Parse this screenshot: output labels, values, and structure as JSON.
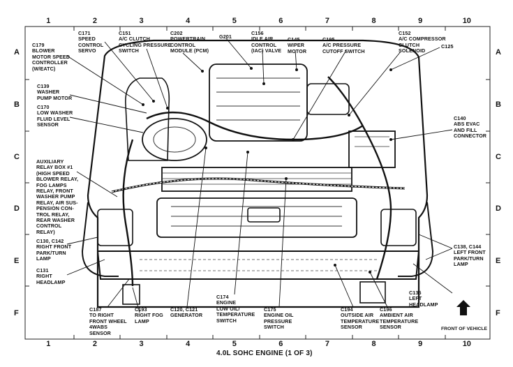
{
  "grid": {
    "columns": [
      "1",
      "2",
      "3",
      "4",
      "5",
      "6",
      "7",
      "8",
      "9",
      "10"
    ],
    "rows": [
      "A",
      "B",
      "C",
      "D",
      "E",
      "F"
    ]
  },
  "caption": "4.0L SOHC ENGINE (1 OF 3)",
  "front_of_vehicle": "FRONT OF VEHICLE",
  "labels": {
    "c179": "C179\nBLOWER\nMOTOR SPEED\nCONTROLLER\n(W/EATC)",
    "c171": "C171\nSPEED\nCONTROL\nSERVO",
    "c151": "C151\nA/C CLUTCH\nCYCLING PRESSURE\nSWITCH",
    "c202": "C202\nPOWERTRAIN\nCONTROL\nMODULE (PCM)",
    "g201": "G201",
    "c156": "C156\nIDLE AIR\nCONTROL\n(IAC) VALVE",
    "c145": "C145\nWIPER\nMOTOR",
    "c195": "C195\nA/C PRESSURE\nCUTOFF SWITCH",
    "c152": "C152\nA/C COMPRESSOR\nCLUTCH\nSOLENOID",
    "c125": "C125",
    "c139": "C139\nWASHER\nPUMP MOTOR",
    "c170": "C170\nLOW WASHER\nFLUID LEVEL\nSENSOR",
    "c140": "C140\nABS EVAC\nAND FILL\nCONNECTOR",
    "aux": "AUXILIARY\nRELAY BOX #1\n(HIGH SPEED\nBLOWER RELAY,\nFOG LAMPS\nRELAY, FRONT\nWASHER PUMP\nRELAY, AIR SUS-\nPENSION CON-\nTROL RELAY,\nREAR WASHER\nCONTROL\nRELAY)",
    "c130": "C130, C142\nRIGHT FRONT\nPARK/TURN\nLAMP",
    "c131": "C131\nRIGHT\nHEADLAMP",
    "c138": "C138, C144\nLEFT FRONT\nPARK/TURN\nLAMP",
    "c136": "C136\nLEFT\nHEADLAMP",
    "c187": "C187\nTO RIGHT\nFRONT WHEEL\n4WABS\nSENSOR",
    "c193": "C193\nRIGHT FOG\nLAMP",
    "c120": "C120, C121\nGENERATOR",
    "c174": "C174\nENGINE\nLOW OIL/\nTEMPERATURE\nSWITCH",
    "c175": "C175\nENGINE OIL\nPRESSURE\nSWITCH",
    "c194": "C194\nOUTSIDE AIR\nTEMPERATURE\nSENSOR",
    "c196": "C196\nAMBIENT AIR\nTEMPERATURE\nSENSOR"
  }
}
